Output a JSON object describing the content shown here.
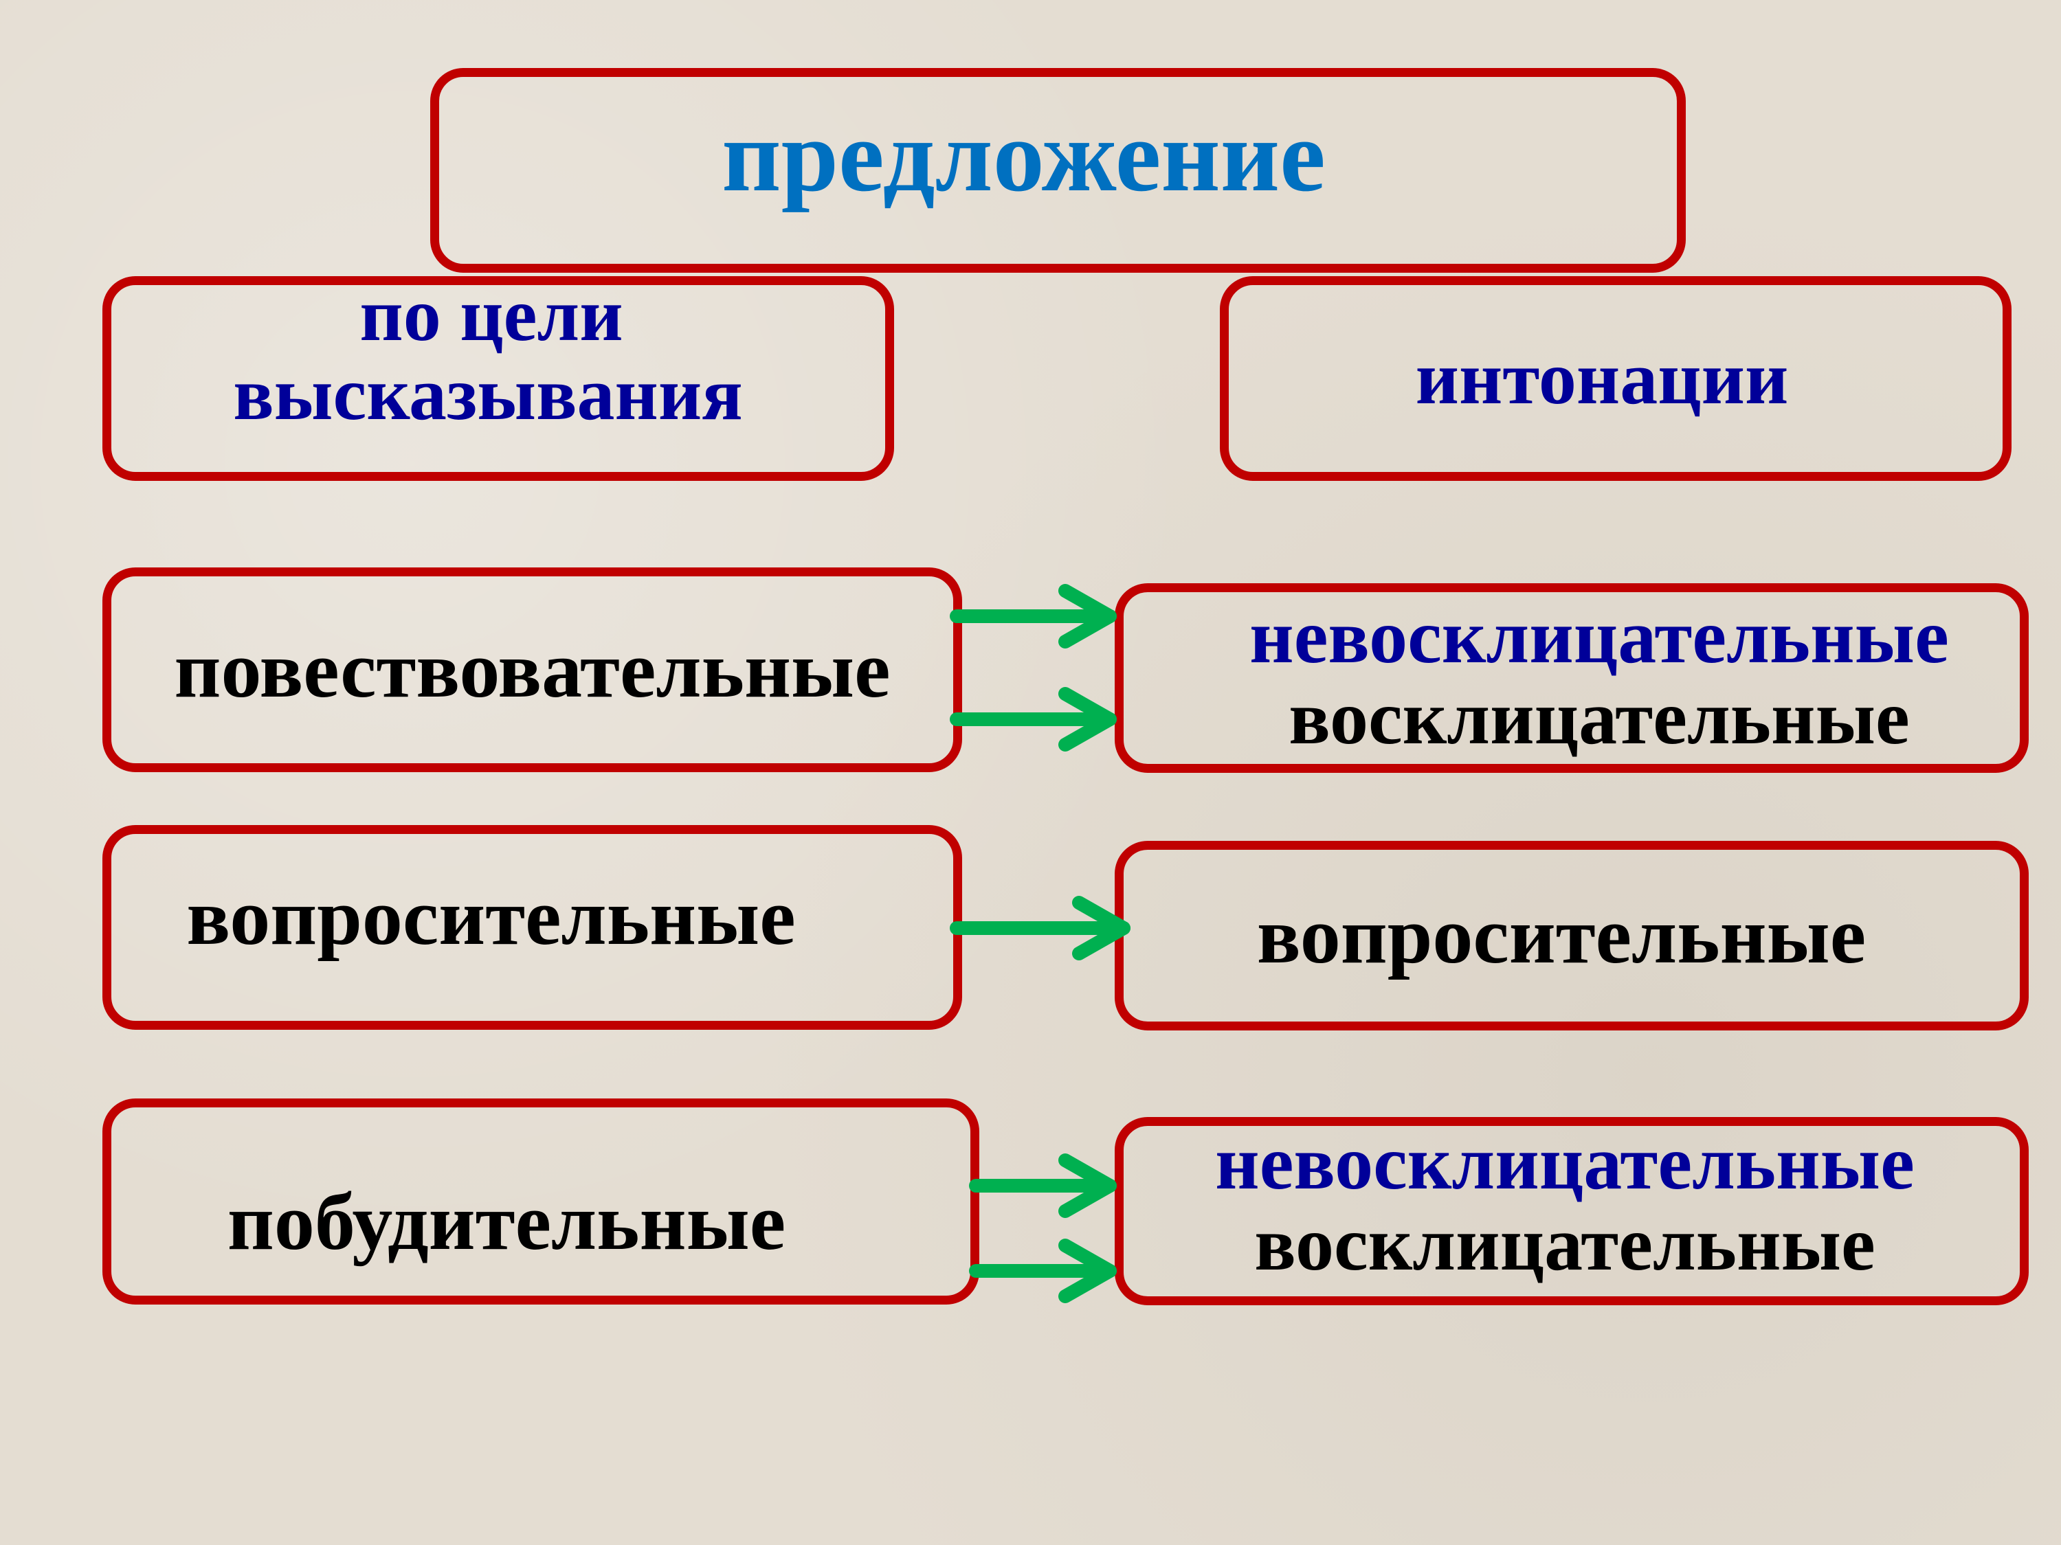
{
  "title": "предложение",
  "categories": {
    "purpose": [
      "по цели",
      "высказывания"
    ],
    "intonation": "интонации"
  },
  "rows": [
    {
      "purpose": "повествовательные",
      "intonation": [
        "невосклицательные",
        "восклицательные"
      ]
    },
    {
      "purpose": "вопросительные",
      "intonation": [
        "вопросительные"
      ]
    },
    {
      "purpose": "побудительные",
      "intonation": [
        "невосклицательные",
        "восклицательные"
      ]
    }
  ],
  "colors": {
    "border": "#c00000",
    "arrow": "#00b050",
    "title": "#0070c0",
    "category": "#000099"
  }
}
